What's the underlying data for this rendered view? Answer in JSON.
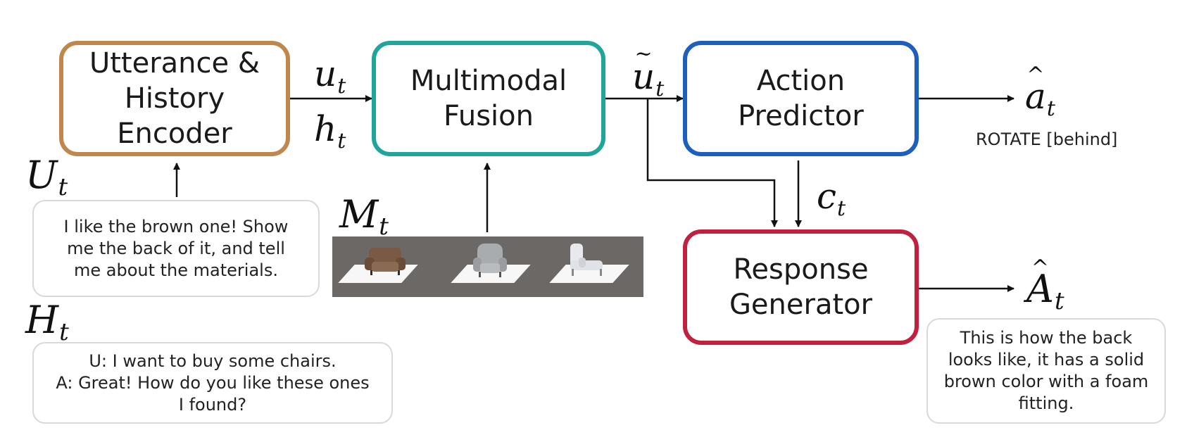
{
  "blocks": {
    "encoder": {
      "label": "Utterance &\nHistory Encoder",
      "color": "#c0874d"
    },
    "fusion": {
      "label": "Multimodal\nFusion",
      "color": "#1fa59a"
    },
    "action": {
      "label": "Action\nPredictor",
      "color": "#1d5fbf"
    },
    "response": {
      "label": "Response\nGenerator",
      "color": "#c1203f"
    }
  },
  "symbols": {
    "u": {
      "base": "u",
      "sub": "t"
    },
    "h": {
      "base": "h",
      "sub": "t"
    },
    "u_tilde": {
      "base": "u",
      "sub": "t",
      "accent": "~"
    },
    "a_hat": {
      "base": "a",
      "sub": "t",
      "accent": "^"
    },
    "c": {
      "base": "c",
      "sub": "t"
    },
    "A_hat": {
      "base": "A",
      "sub": "t",
      "accent": "^"
    },
    "U": {
      "base": "U",
      "sub": "t"
    },
    "H": {
      "base": "H",
      "sub": "t"
    },
    "M": {
      "base": "M",
      "sub": "t"
    }
  },
  "action_output": "ROTATE [behind]",
  "bubbles": {
    "user_utterance": "I like the brown one! Show\nme the back of it, and tell\nme about the materials.",
    "history": "U: I want to buy some chairs.\nA: Great! How do you like these ones\nI found?",
    "response": "This is how the back\nlooks like, it has a solid\nbrown color with a foam\nfitting."
  },
  "scene": {
    "items": [
      "brown-armchair",
      "grey-armchair",
      "white-chaise-lounge"
    ],
    "colors": {
      "brown": "#7a5a44",
      "grey": "#a9acae",
      "white": "#e7e9ec",
      "shelf": "#6b6866"
    }
  }
}
